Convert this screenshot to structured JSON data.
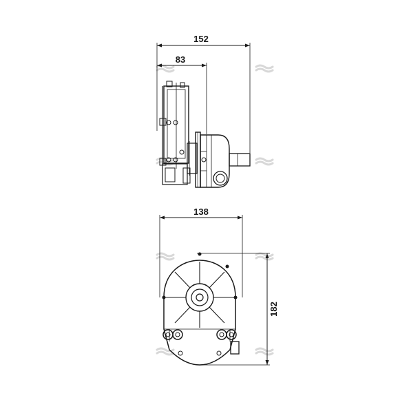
{
  "dimensions": {
    "side_overall_length": "152",
    "side_housing_depth": "83",
    "front_width": "138",
    "front_height": "182"
  },
  "colors": {
    "line": "#1a1a1a",
    "watermark": "#d8d8d8",
    "background": "#ffffff"
  }
}
